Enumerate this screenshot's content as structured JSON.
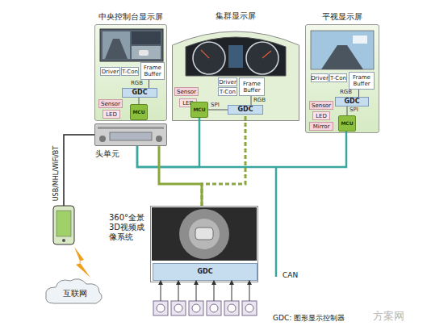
{
  "diagram": {
    "nodes": [
      {
        "text": [
          "中央控制台显示屏"
        ]
      },
      {
        "text": [
          "Driver"
        ],
        "in": 0
      },
      {
        "text": [
          "T-Con"
        ],
        "in": 0
      },
      {
        "text": [
          "Frame Buffer"
        ],
        "in": 0
      },
      {
        "text": [
          "GDC"
        ],
        "in": 0
      },
      {
        "text": [
          "Sensor"
        ],
        "in": 0
      },
      {
        "text": [
          "LED"
        ],
        "in": 0
      },
      {
        "text": [
          "MCU"
        ],
        "in": 0
      },
      {
        "text": [
          "头单元"
        ]
      },
      {
        "text": [
          "集群显示屏"
        ]
      },
      {
        "text": [
          "Sensor"
        ],
        "in": 9
      },
      {
        "text": [
          "LED"
        ],
        "in": 9
      },
      {
        "text": [
          "Driver"
        ],
        "in": 9
      },
      {
        "text": [
          "T-Con"
        ],
        "in": 9
      },
      {
        "text": [
          "Frame Buffer"
        ],
        "in": 9
      },
      {
        "text": [
          "MCU"
        ],
        "in": 9
      },
      {
        "text": [
          "GDC"
        ],
        "in": 9
      },
      {
        "text": [
          "平视显示屏"
        ]
      },
      {
        "text": [
          "Driver"
        ],
        "in": 17
      },
      {
        "text": [
          "T-Con"
        ],
        "in": 17
      },
      {
        "text": [
          "Frame Buffer"
        ],
        "in": 17
      },
      {
        "text": [
          "GDC"
        ],
        "in": 17
      },
      {
        "text": [
          "Sensor"
        ],
        "in": 17
      },
      {
        "text": [
          "LED"
        ],
        "in": 17
      },
      {
        "text": [
          "Mirror"
        ],
        "in": 17
      },
      {
        "text": [
          "MCU"
        ],
        "in": 17
      },
      {
        "text": [
          "互联网"
        ]
      },
      {
        "text": [
          "360°全景3D视频成像系统"
        ]
      },
      {
        "text": [
          "GDC"
        ],
        "in": 27
      }
    ],
    "edges": [
      {
        "from": 4,
        "to": 3,
        "label": "RGB",
        "arrow": "none"
      },
      {
        "from": 7,
        "to": 4,
        "arrow": "none"
      },
      {
        "from": 16,
        "to": 14,
        "label": "RGB",
        "arrow": "none"
      },
      {
        "from": 15,
        "to": 16,
        "label": "SPI",
        "arrow": "none"
      },
      {
        "from": 21,
        "to": 20,
        "label": "RGB",
        "arrow": "none"
      },
      {
        "from": 25,
        "to": 21,
        "label": "SPI",
        "arrow": "none"
      },
      {
        "from": 8,
        "to": 15,
        "arrow": "none"
      },
      {
        "from": 8,
        "to": 25,
        "arrow": "none"
      },
      {
        "from": 27,
        "to": 8,
        "arrow": "none"
      },
      {
        "from": 27,
        "to": 16,
        "arrow": "none"
      }
    ],
    "labels": [
      "USB/MHL/WiFi/BT",
      "CAN",
      "GDC: 图形显示控制器",
      "方案网"
    ]
  }
}
